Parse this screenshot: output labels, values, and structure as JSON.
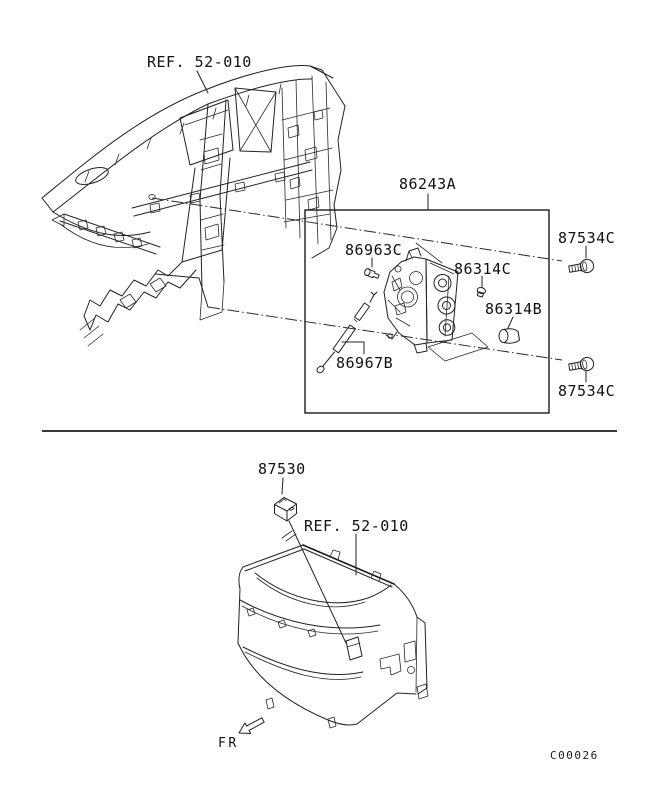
{
  "page": {
    "background_color": "#ffffff",
    "line_color": "#222222",
    "drawing_code": "C00026"
  },
  "top_view": {
    "ref_label": "REF. 52-010",
    "assembly_number": "86243A",
    "parts": {
      "screw_top_right": "87534C",
      "screw_bottom_right": "87534C",
      "clip_screw": "86963C",
      "knob_screw": "86314C",
      "knob": "86314B",
      "control_cable": "86967B"
    }
  },
  "bottom_view": {
    "ref_label": "REF. 52-010",
    "sensor": "87530",
    "front_direction_label": "FR"
  }
}
